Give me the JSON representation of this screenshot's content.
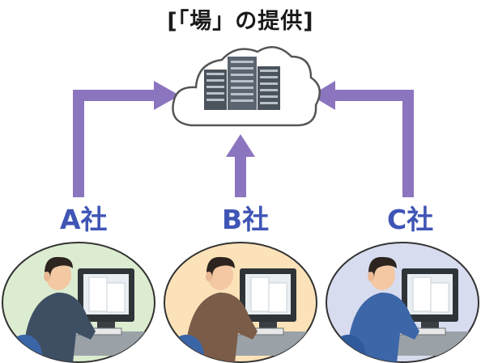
{
  "title": "[「場」の提供]",
  "colors": {
    "arrow": "#8c75bf",
    "label": "#3f55b5",
    "cloud_stroke": "#555555",
    "server": "#5b6570"
  },
  "cloud": {
    "icon": "server-rack-icon"
  },
  "companies": [
    {
      "label": "A社",
      "background": "#dcecd0",
      "shirt": "#3f4f63"
    },
    {
      "label": "B社",
      "background": "#fbe2b8",
      "shirt": "#7a5c49"
    },
    {
      "label": "C社",
      "background": "#d8dcef",
      "shirt": "#3c66a8"
    }
  ]
}
